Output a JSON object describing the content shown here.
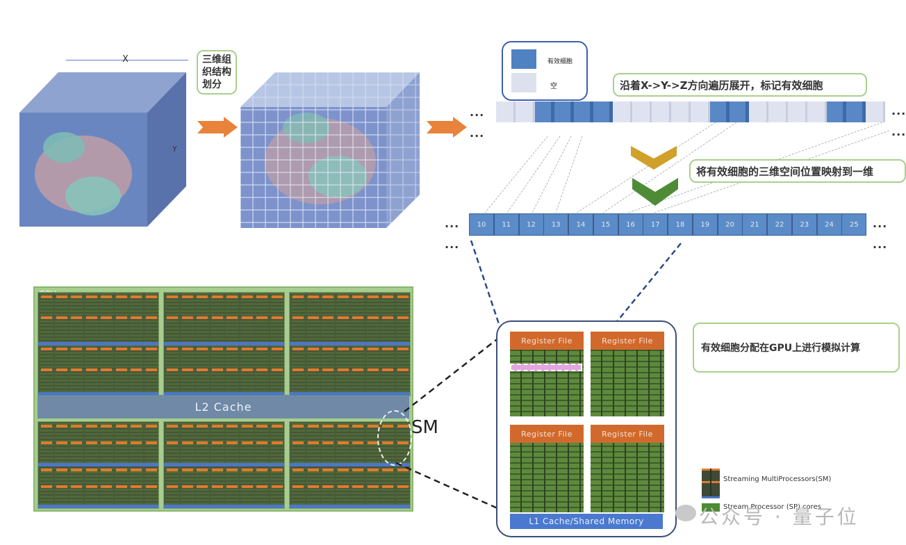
{
  "step1": {
    "axis_x_label": "X",
    "axis_y_label": "Y",
    "callout": "三维组织结构划分"
  },
  "legend_cells": {
    "valid_label": "有效细胞",
    "empty_label": "空"
  },
  "traversal_callout": "沿着X->Y->Z方向遍历展开，标记有效细胞",
  "traversal_strip": {
    "cells": [
      "empty",
      "empty",
      "valid",
      "valid",
      "valid",
      "valid",
      "empty",
      "empty",
      "empty",
      "empty",
      "empty",
      "valid",
      "valid",
      "empty",
      "empty",
      "empty",
      "empty",
      "valid",
      "valid",
      "empty"
    ]
  },
  "mapping_callout": "将有效细胞的三维空间位置映射到一维",
  "index_array": {
    "values": [
      "10",
      "11",
      "12",
      "13",
      "14",
      "15",
      "16",
      "17",
      "18",
      "19",
      "20",
      "21",
      "22",
      "23",
      "24",
      "25"
    ]
  },
  "ellipsis": "...",
  "gpu": {
    "title": "GPU",
    "l2_label": "L2  Cache",
    "colors": {
      "board": "#a7cd8f",
      "sm": "#4b5a3b",
      "register": "#e07a2e",
      "bus": "#4c77c8",
      "l2": "#6f89a6"
    }
  },
  "sm_label": "SM",
  "sm_detail": {
    "register_file_label": "Register File",
    "l1_label": "L1 Cache/Shared Memory"
  },
  "gpu_callout": "有效细胞分配在GPU上进行模拟计算",
  "legend_gpu": {
    "sm_label": "Streaming MultiProcessors(SM)",
    "sp_label": "Stream Processor (SP) cores"
  },
  "watermark": "公众号 · 量子位"
}
